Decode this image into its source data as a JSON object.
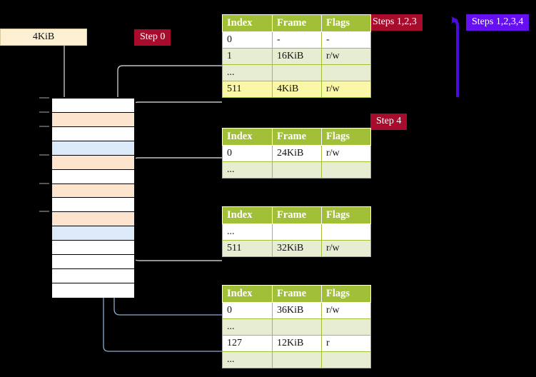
{
  "labels": {
    "step0": "Step 0",
    "steps123": "Steps 1,2,3",
    "steps1234": "Steps 1,2,3,4",
    "step4": "Step 4",
    "block4kib": "4KiB"
  },
  "colors": {
    "badge_red": "#a80c2c",
    "badge_violet": "#6610f2",
    "table_header": "#a2c037",
    "table_row_tint": "#e7edd3",
    "highlight": "#fbf7a8",
    "block_fill": "#fcefd2",
    "mem_orange": "#fde4ce",
    "mem_blue": "#dce9f8",
    "wire_gray": "#b9b9b9",
    "wire_blue": "#8aa9cf",
    "arrow_blue_dark": "#3a5f9e"
  },
  "tables": [
    {
      "name": "pml4-table",
      "columns": [
        "Index",
        "Frame",
        "Flags"
      ],
      "rows": [
        {
          "tint": "plain",
          "highlight": false,
          "cells": [
            "0",
            "-",
            "-"
          ]
        },
        {
          "tint": "tint",
          "highlight": false,
          "cells": [
            "1",
            "16KiB",
            "r/w"
          ]
        },
        {
          "tint": "tint",
          "highlight": false,
          "cells": [
            "...",
            "",
            ""
          ]
        },
        {
          "tint": "tint",
          "highlight": true,
          "cells": [
            "511",
            "4KiB",
            "r/w"
          ]
        }
      ]
    },
    {
      "name": "pdp-table",
      "columns": [
        "Index",
        "Frame",
        "Flags"
      ],
      "rows": [
        {
          "tint": "plain",
          "highlight": false,
          "cells": [
            "0",
            "24KiB",
            "r/w"
          ]
        },
        {
          "tint": "tint",
          "highlight": false,
          "cells": [
            "...",
            "",
            ""
          ]
        }
      ]
    },
    {
      "name": "pd-table",
      "columns": [
        "Index",
        "Frame",
        "Flags"
      ],
      "rows": [
        {
          "tint": "plain",
          "highlight": false,
          "cells": [
            "...",
            "",
            ""
          ]
        },
        {
          "tint": "tint",
          "highlight": false,
          "cells": [
            "511",
            "32KiB",
            "r/w"
          ]
        }
      ]
    },
    {
      "name": "pt-table",
      "columns": [
        "Index",
        "Frame",
        "Flags"
      ],
      "rows": [
        {
          "tint": "plain",
          "highlight": false,
          "cells": [
            "0",
            "36KiB",
            "r/w"
          ]
        },
        {
          "tint": "tint",
          "highlight": false,
          "cells": [
            "...",
            "",
            ""
          ]
        },
        {
          "tint": "plain",
          "highlight": false,
          "cells": [
            "127",
            "12KiB",
            "r"
          ]
        },
        {
          "tint": "tint",
          "highlight": false,
          "cells": [
            "...",
            "",
            ""
          ]
        }
      ]
    }
  ],
  "memory_grid": {
    "name": "physical-memory-frames",
    "rows": [
      {
        "fill": "mem-white",
        "tick": true
      },
      {
        "fill": "mem-orange",
        "tick": true
      },
      {
        "fill": "mem-white",
        "tick": true
      },
      {
        "fill": "mem-blue",
        "tick": false
      },
      {
        "fill": "mem-orange",
        "tick": true
      },
      {
        "fill": "mem-white",
        "tick": false
      },
      {
        "fill": "mem-orange",
        "tick": true
      },
      {
        "fill": "mem-white",
        "tick": false
      },
      {
        "fill": "mem-orange",
        "tick": true
      },
      {
        "fill": "mem-blue",
        "tick": false
      },
      {
        "fill": "mem-white",
        "tick": false
      },
      {
        "fill": "mem-white",
        "tick": false
      },
      {
        "fill": "mem-white",
        "tick": false
      },
      {
        "fill": "mem-white",
        "tick": false
      }
    ]
  }
}
